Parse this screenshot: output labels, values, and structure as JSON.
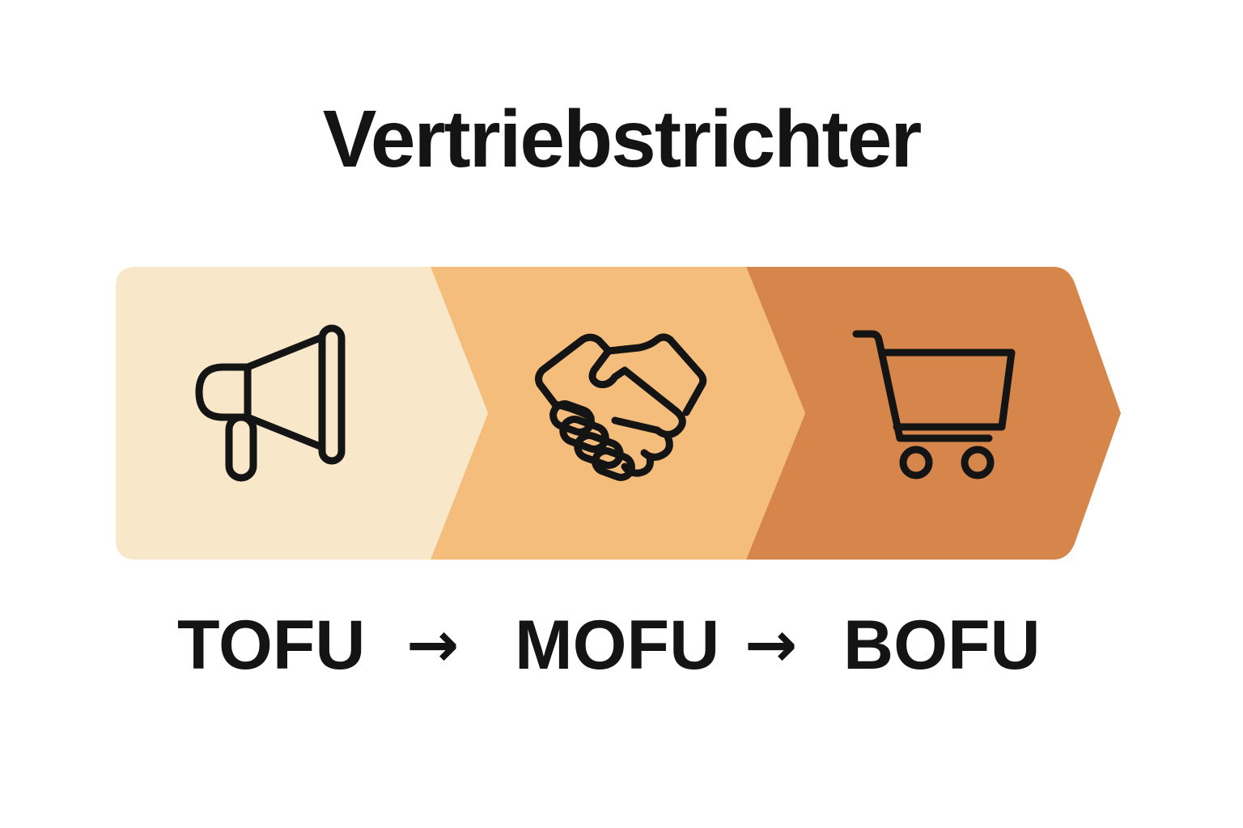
{
  "title": "Vertriebstrichter",
  "stages": [
    {
      "id": "tofu",
      "label": "TOFU",
      "icon": "megaphone-icon",
      "color": "#F8E8C9"
    },
    {
      "id": "mofu",
      "label": "MOFU",
      "icon": "handshake-icon",
      "color": "#F4BD7B"
    },
    {
      "id": "bofu",
      "label": "BOFU",
      "icon": "shopping-cart-icon",
      "color": "#D6864A"
    }
  ],
  "arrows": [
    "→",
    "→"
  ],
  "colors": {
    "stroke": "#141414",
    "text": "#141414",
    "background": "#FFFFFF"
  }
}
